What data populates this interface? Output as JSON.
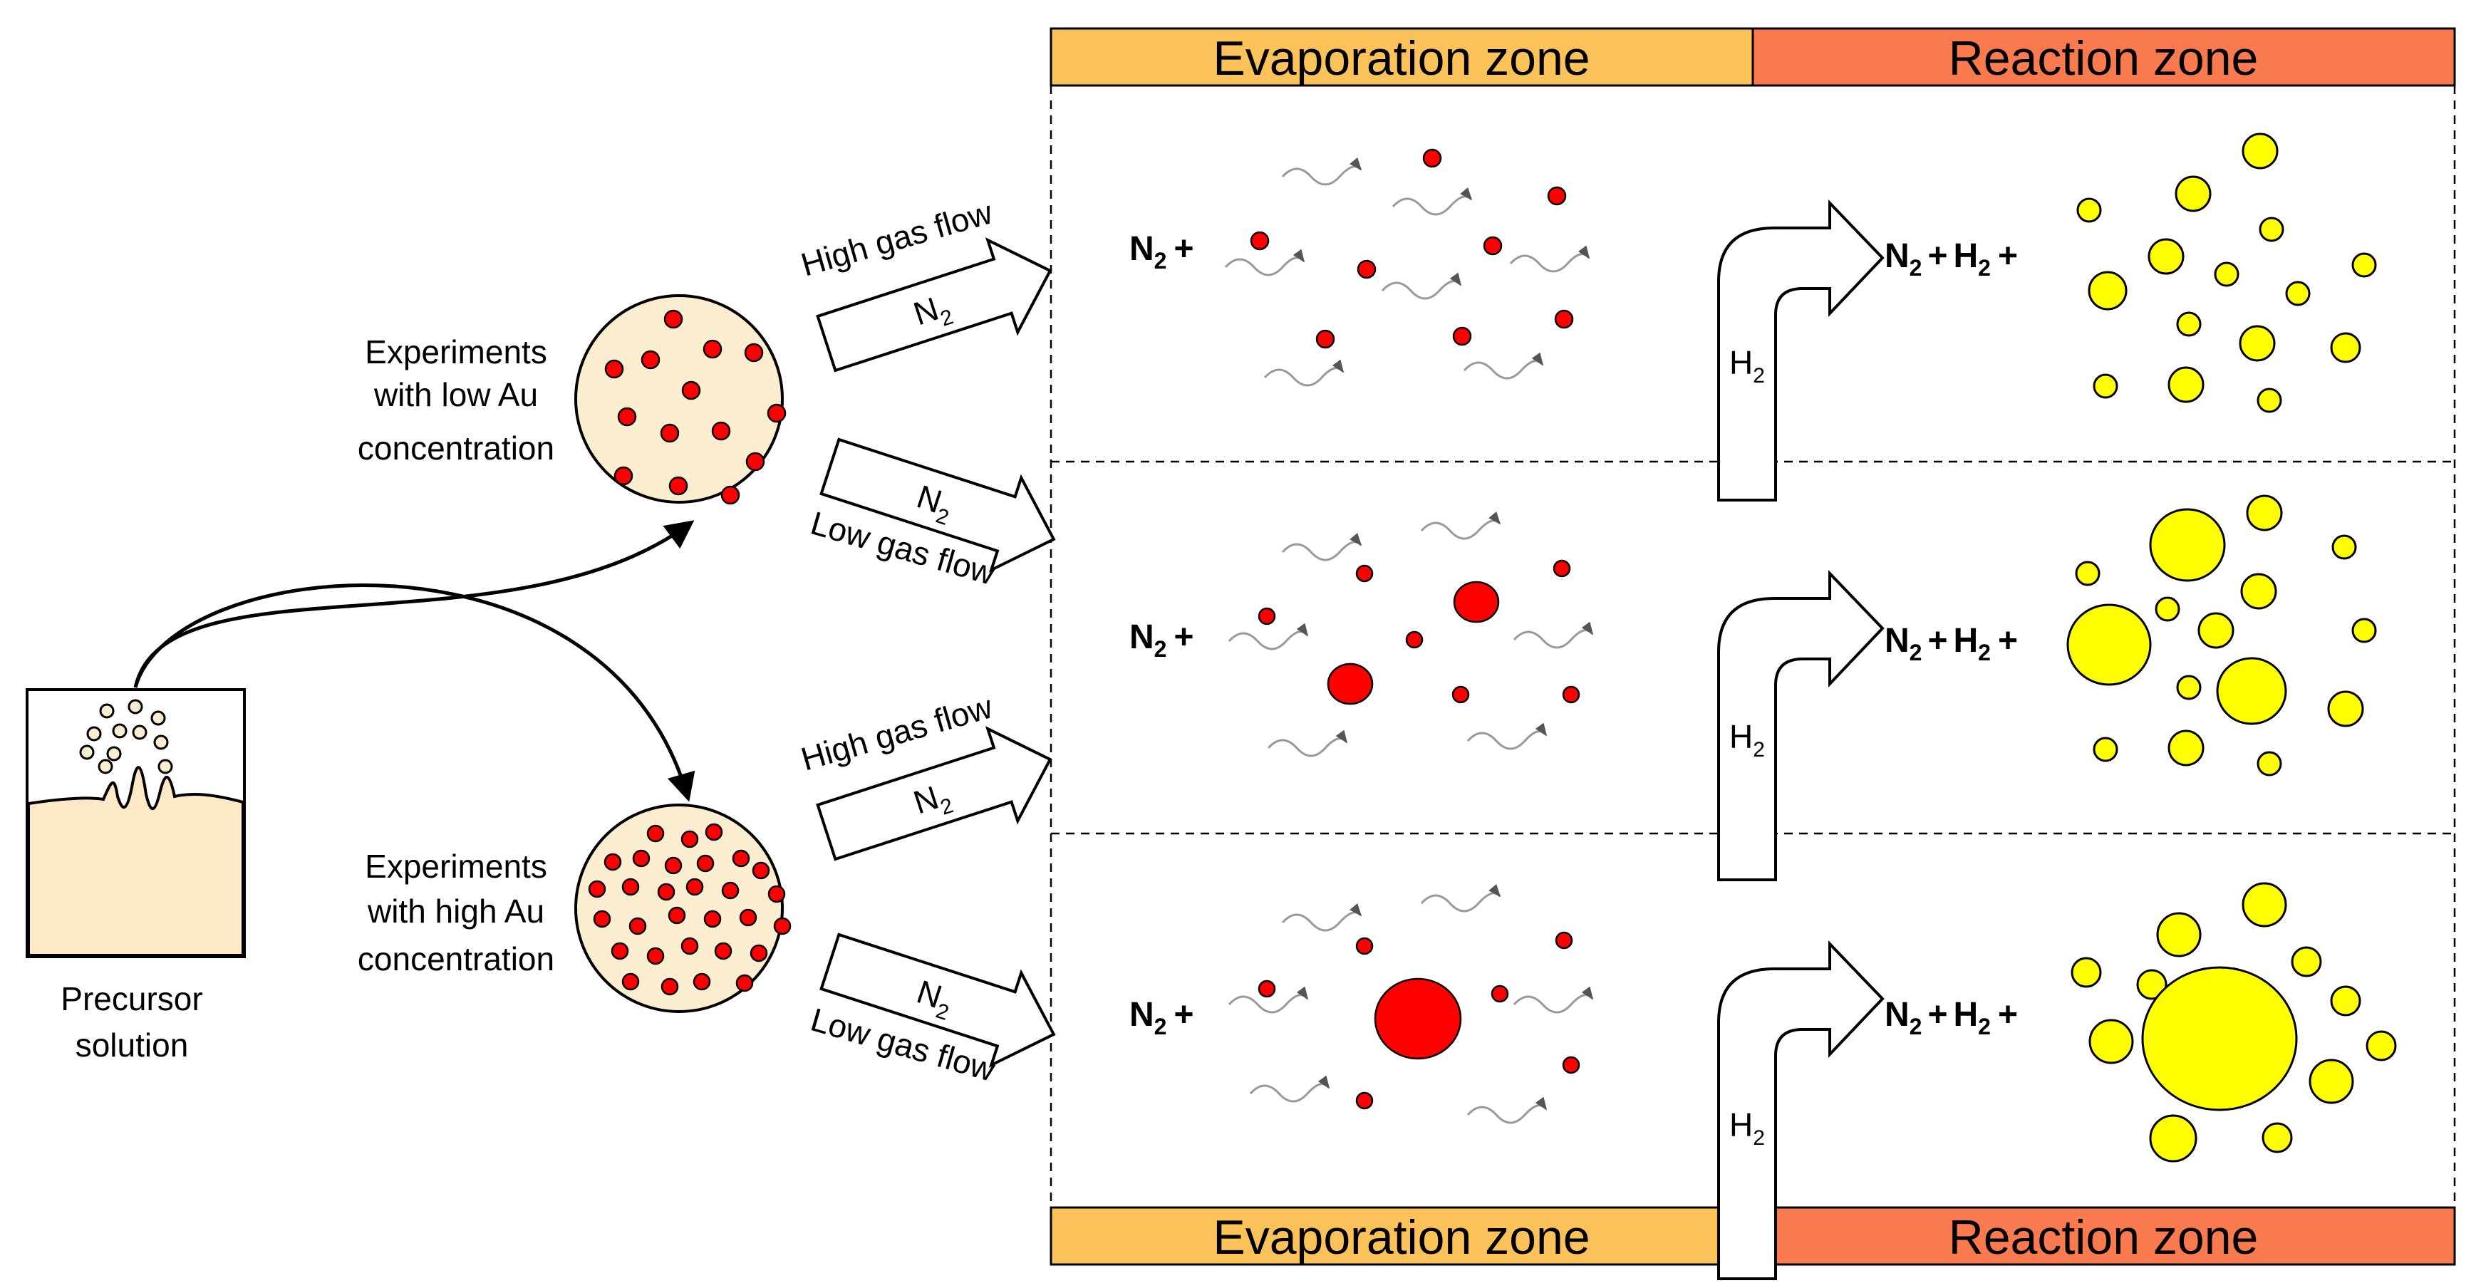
{
  "zones": {
    "evaporation": "Evaporation zone",
    "reaction": "Reaction zone"
  },
  "colors": {
    "evaporation_band": "#fcc25a",
    "reaction_band": "#fa7a50",
    "precursor_liquid": "#fde9c5",
    "droplet_fill": "#fbeed0",
    "red_particle": "#ff0000",
    "gold_particle": "#ffff00"
  },
  "labels": {
    "precursor": [
      "Precursor",
      "solution"
    ],
    "low_conc": [
      "Experiments",
      "with low Au",
      "concentration"
    ],
    "high_conc": [
      "Experiments",
      "with high Au",
      "concentration"
    ],
    "high_flow": "High gas flow",
    "low_flow": "Low gas flow"
  },
  "chem": {
    "n": "N",
    "h": "H",
    "sub2": "2",
    "plus": "+"
  }
}
